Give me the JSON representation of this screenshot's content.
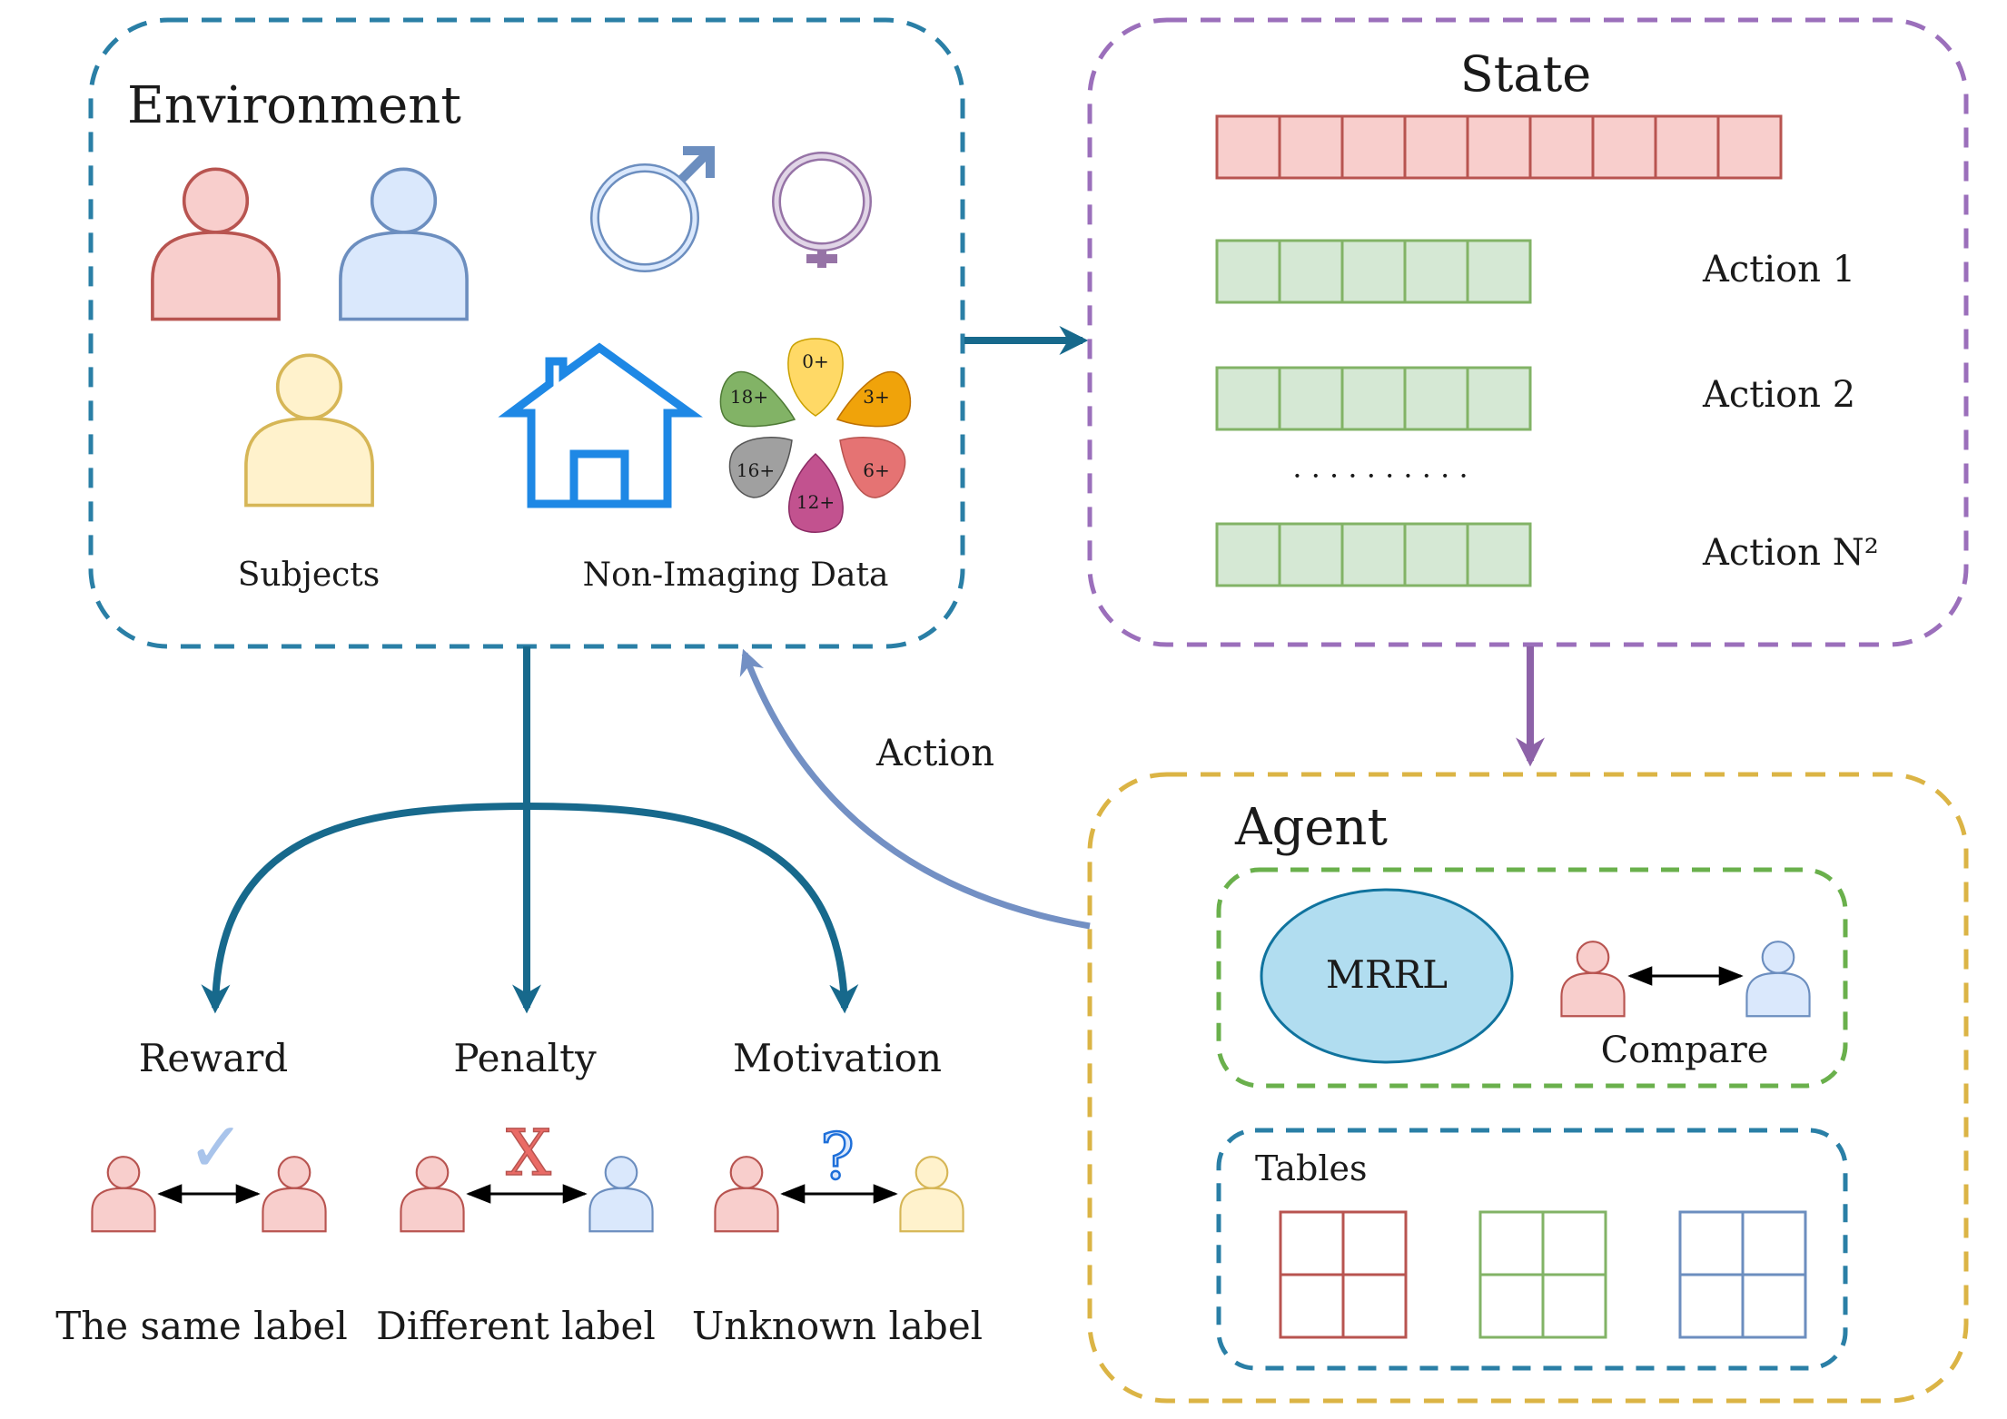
{
  "environment": {
    "title": "Environment",
    "subjects_label": "Subjects",
    "non_imaging_label": "Non-Imaging Data",
    "age_groups": [
      "0+",
      "3+",
      "6+",
      "12+",
      "16+",
      "18+"
    ]
  },
  "state": {
    "title": "State",
    "actions": [
      "Action 1",
      "Action 2",
      "Action N²"
    ],
    "ellipsis": "· · · · · · · · · ·"
  },
  "agent": {
    "title": "Agent",
    "model": "MRRL",
    "compare_label": "Compare",
    "tables_label": "Tables"
  },
  "feedback": {
    "action_label": "Action",
    "outcomes": [
      {
        "name": "Reward",
        "label": "The same label"
      },
      {
        "name": "Penalty",
        "label": "Different label"
      },
      {
        "name": "Motivation",
        "label": "Unknown label"
      }
    ],
    "check_mark": "✓",
    "x_mark": "X",
    "question_mark": "?"
  },
  "colors": {
    "env_border": "#2a7fa6",
    "state_border": "#9b6fbb",
    "agent_border": "#dbb445",
    "agent_inner_border": "#6ab04c",
    "red_person": "#f8cecc",
    "red_stroke": "#b85450",
    "blue_person": "#dae8fc",
    "blue_stroke": "#6c8ebf",
    "yellow_person": "#fff2cc",
    "yellow_stroke": "#d6b656",
    "arrow_dark": "#17698c",
    "arrow_purple": "#8d62a8",
    "arrow_light": "#7390c4"
  }
}
